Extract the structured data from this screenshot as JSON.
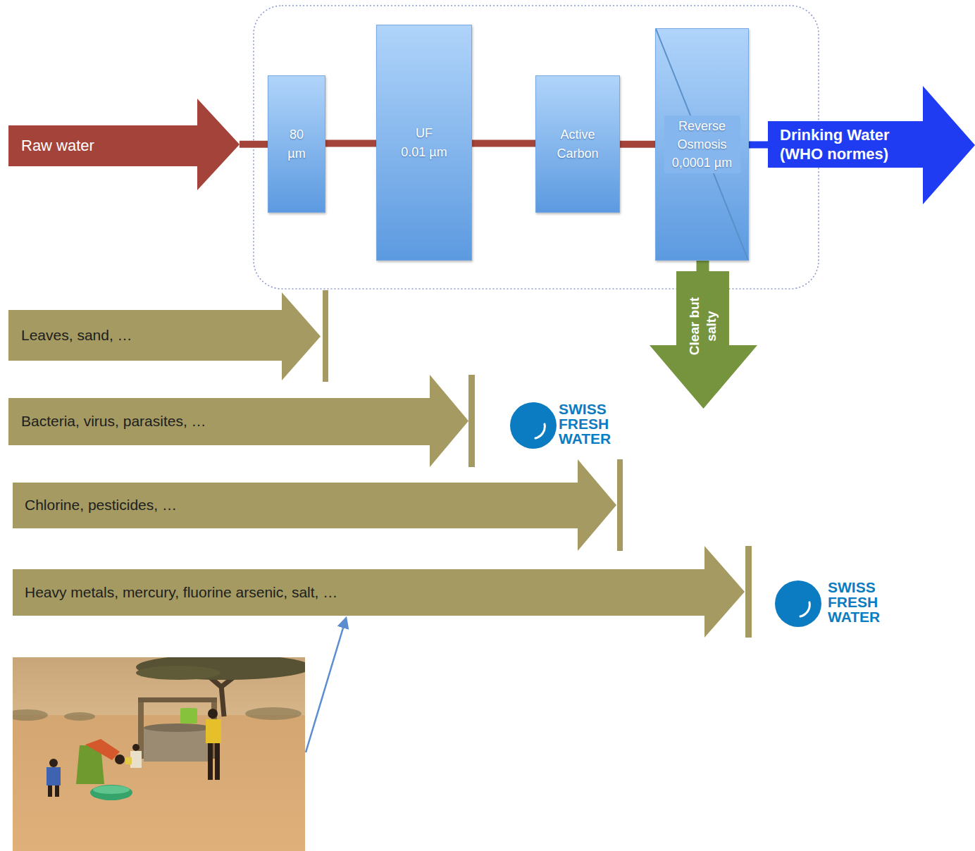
{
  "diagram": {
    "nodes": [
      {
        "text": [
          "Raw water"
        ]
      },
      {
        "text": [
          "80 µm"
        ]
      },
      {
        "text": [
          "UF",
          "0.01 µm"
        ]
      },
      {
        "text": [
          "Active Carbon"
        ]
      },
      {
        "text": [
          "Reverse Osmosis 0,0001 µm"
        ]
      },
      {
        "text": [
          "Drinking Water (WHO normes)"
        ]
      },
      {
        "text": [
          "Clear but salty"
        ]
      },
      {
        "text": [
          "Leaves, sand, …"
        ]
      },
      {
        "text": [
          "Bacteria, virus, parasites, …"
        ]
      },
      {
        "text": [
          "Chlorine, pesticides, …"
        ]
      },
      {
        "text": [
          "Heavy metals, mercury, fluorine arsenic, salt, …"
        ]
      }
    ],
    "edges": [
      {
        "from": 0,
        "to": 1,
        "arrow": "none"
      },
      {
        "from": 1,
        "to": 2,
        "arrow": "none"
      },
      {
        "from": 2,
        "to": 3,
        "arrow": "none"
      },
      {
        "from": 3,
        "to": 4,
        "arrow": "none"
      },
      {
        "from": 4,
        "to": 5,
        "arrow": "none"
      },
      {
        "from": 4,
        "to": 6,
        "arrow": "none"
      }
    ],
    "labels": [
      "SWISS FRESH WATER",
      "SWISS FRESH WATER"
    ]
  }
}
